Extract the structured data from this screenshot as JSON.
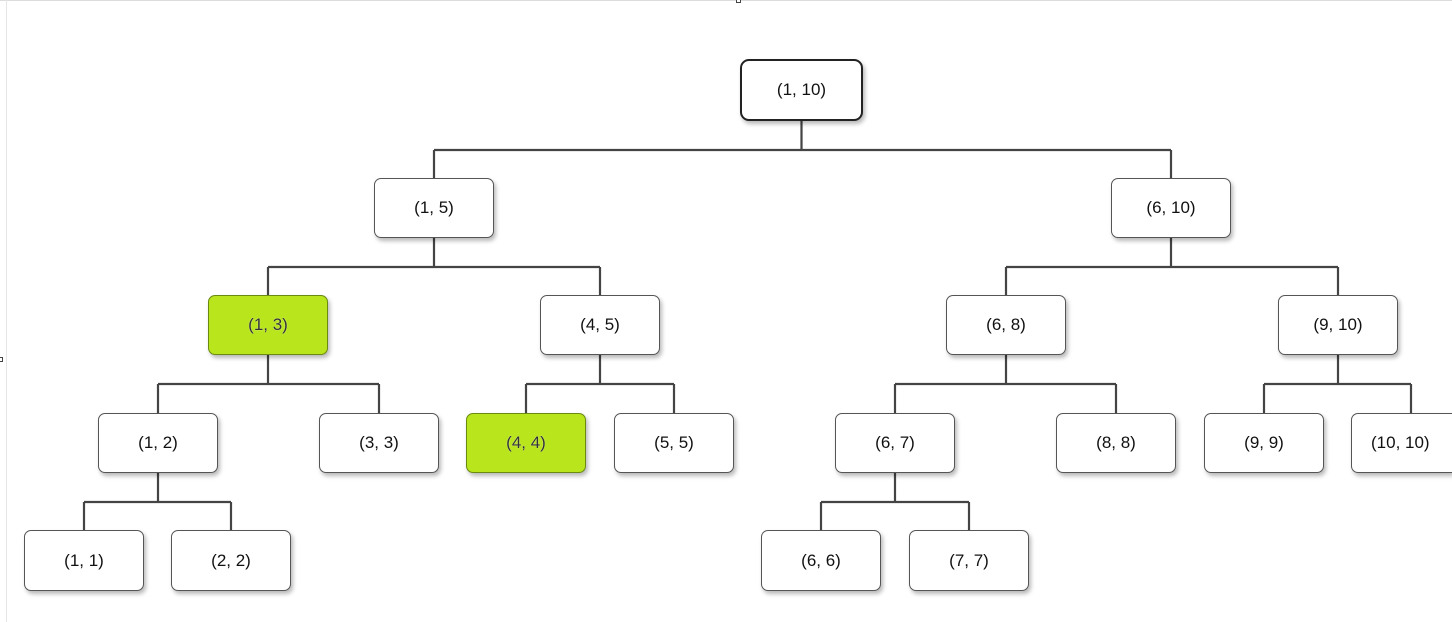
{
  "diagram": {
    "type": "tree",
    "highlight_color": "#b8e51c",
    "edge_color": "#444444",
    "nodes": [
      {
        "id": "n1_10",
        "label": "(1, 10)",
        "parent": null,
        "root": true
      },
      {
        "id": "n1_5",
        "label": "(1, 5)",
        "parent": "n1_10"
      },
      {
        "id": "n6_10",
        "label": "(6, 10)",
        "parent": "n1_10"
      },
      {
        "id": "n1_3",
        "label": "(1, 3)",
        "parent": "n1_5",
        "highlighted": true
      },
      {
        "id": "n4_5",
        "label": "(4, 5)",
        "parent": "n1_5"
      },
      {
        "id": "n6_8",
        "label": "(6, 8)",
        "parent": "n6_10"
      },
      {
        "id": "n9_10",
        "label": "(9, 10)",
        "parent": "n6_10"
      },
      {
        "id": "n1_2",
        "label": "(1, 2)",
        "parent": "n1_3"
      },
      {
        "id": "n3_3",
        "label": "(3, 3)",
        "parent": "n1_3"
      },
      {
        "id": "n4_4",
        "label": "(4, 4)",
        "parent": "n4_5",
        "highlighted": true
      },
      {
        "id": "n5_5",
        "label": "(5, 5)",
        "parent": "n4_5"
      },
      {
        "id": "n6_7",
        "label": "(6, 7)",
        "parent": "n6_8"
      },
      {
        "id": "n8_8",
        "label": "(8, 8)",
        "parent": "n6_8"
      },
      {
        "id": "n9_9",
        "label": "(9, 9)",
        "parent": "n9_10"
      },
      {
        "id": "n10_10",
        "label": "(10, 10)",
        "parent": "n9_10"
      },
      {
        "id": "n1_1",
        "label": "(1, 1)",
        "parent": "n1_2"
      },
      {
        "id": "n2_2",
        "label": "(2, 2)",
        "parent": "n1_2"
      },
      {
        "id": "n6_6",
        "label": "(6, 6)",
        "parent": "n6_7"
      },
      {
        "id": "n7_7",
        "label": "(7, 7)",
        "parent": "n6_7"
      }
    ]
  }
}
